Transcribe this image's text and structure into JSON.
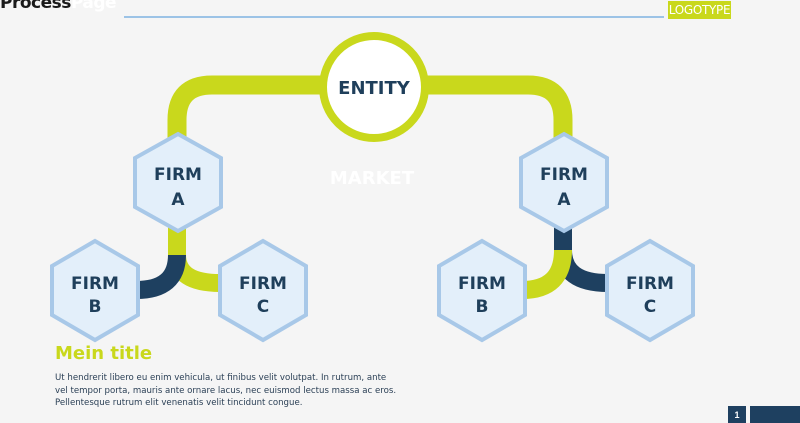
{
  "header": {
    "title_dark": "Process",
    "title_light": "Page",
    "logotype": "LOGOTYPE"
  },
  "diagram": {
    "entity": "ENTITY",
    "market": "MARKET",
    "left": {
      "firm_a": [
        "FIRM",
        "A"
      ],
      "firm_b": [
        "FIRM",
        "B"
      ],
      "firm_c": [
        "FIRM",
        "C"
      ]
    },
    "right": {
      "firm_a": [
        "FIRM",
        "A"
      ],
      "firm_b": [
        "FIRM",
        "B"
      ],
      "firm_c": [
        "FIRM",
        "C"
      ]
    }
  },
  "content": {
    "title": "Mein title",
    "body_lines": [
      "Ut hendrerit libero eu enim vehicula, ut finibus velit volutpat. In rutrum, ante",
      "vel tempor porta, mauris ante ornare lacus, nec euismod lectus massa ac eros.",
      "Pellentesque rutrum elit venenatis velit tincidunt congue."
    ]
  },
  "footer": {
    "page_number": "1"
  },
  "colors": {
    "lime": "#c9d81c",
    "navy": "#1e4060",
    "hex_fill": "#e3effa",
    "hex_stroke": "#a8c8e8",
    "rule": "#9cc3e6"
  }
}
